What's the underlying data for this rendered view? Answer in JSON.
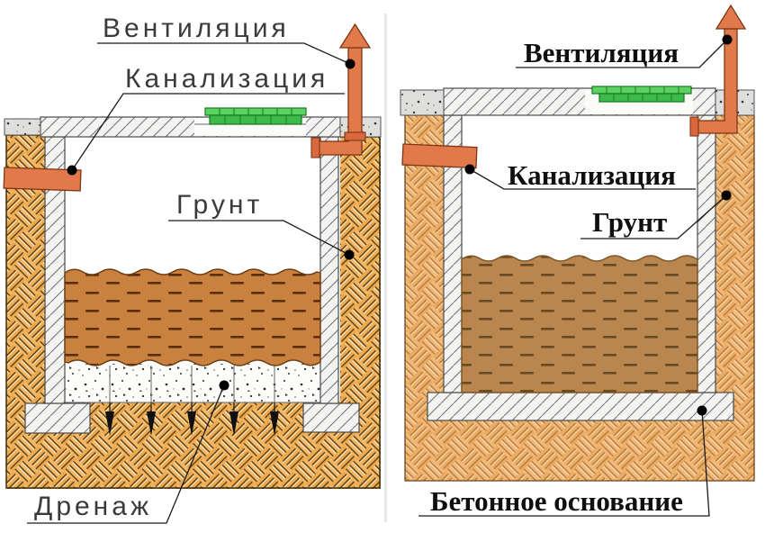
{
  "figure": {
    "description": "Two cross-section construction diagrams of cesspool pits",
    "panels": {
      "left": {
        "name": "cesspool-with-drainage-bottom",
        "labels": {
          "ventilation": "Вентиляция",
          "sewerage": "Канализация",
          "soil": "Грунт",
          "drainage": "Дренаж"
        }
      },
      "right": {
        "name": "sealed-pit-with-concrete-base",
        "labels": {
          "ventilation": "Вентиляция",
          "sewerage": "Канализация",
          "soil": "Грунт",
          "concrete_base": "Бетонное основание"
        }
      }
    },
    "colors": {
      "pipe": "#e2794b",
      "cover_green": "#5ed163",
      "soil_left": "#f3b765",
      "soil_right": "#f1b878",
      "liquid_left": "#c9813f",
      "liquid_right": "#ba8650",
      "concrete": "#f3f3f1"
    }
  }
}
